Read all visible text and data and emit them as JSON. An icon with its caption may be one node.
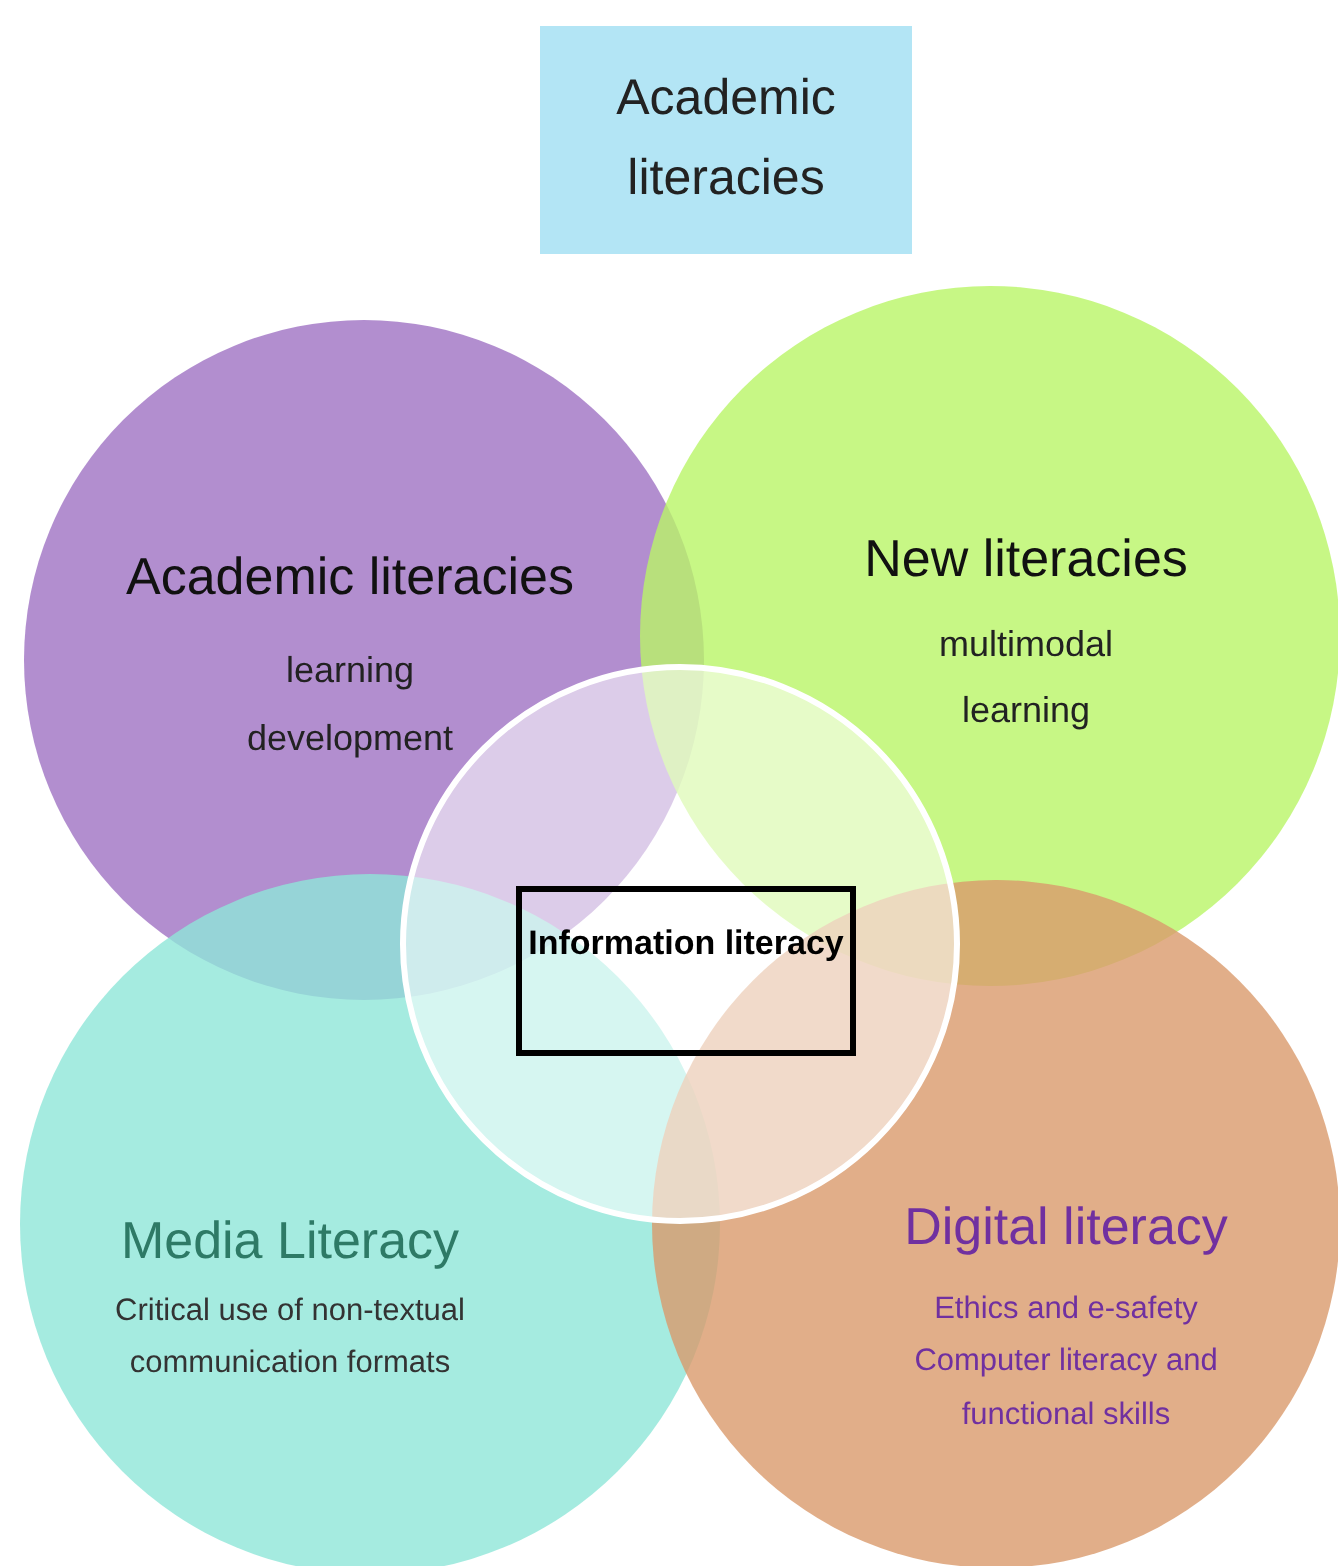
{
  "diagram": {
    "nodes": [
      {
        "text": [
          "Academic literacies"
        ]
      },
      {
        "text": [
          "Academic literacies",
          "learning development"
        ]
      },
      {
        "text": [
          "New literacies",
          "multimodal learning"
        ]
      },
      {
        "text": [
          "Media Literacy",
          "Critical use of non-textual communication formats"
        ]
      },
      {
        "text": [
          "Digital literacy",
          "Ethics and e-safety Computer literacy and functional skills"
        ]
      },
      {
        "text": [],
        "shape": "circle"
      },
      {
        "text": [
          "Information literacy"
        ],
        "in": 5
      }
    ],
    "edges": []
  }
}
